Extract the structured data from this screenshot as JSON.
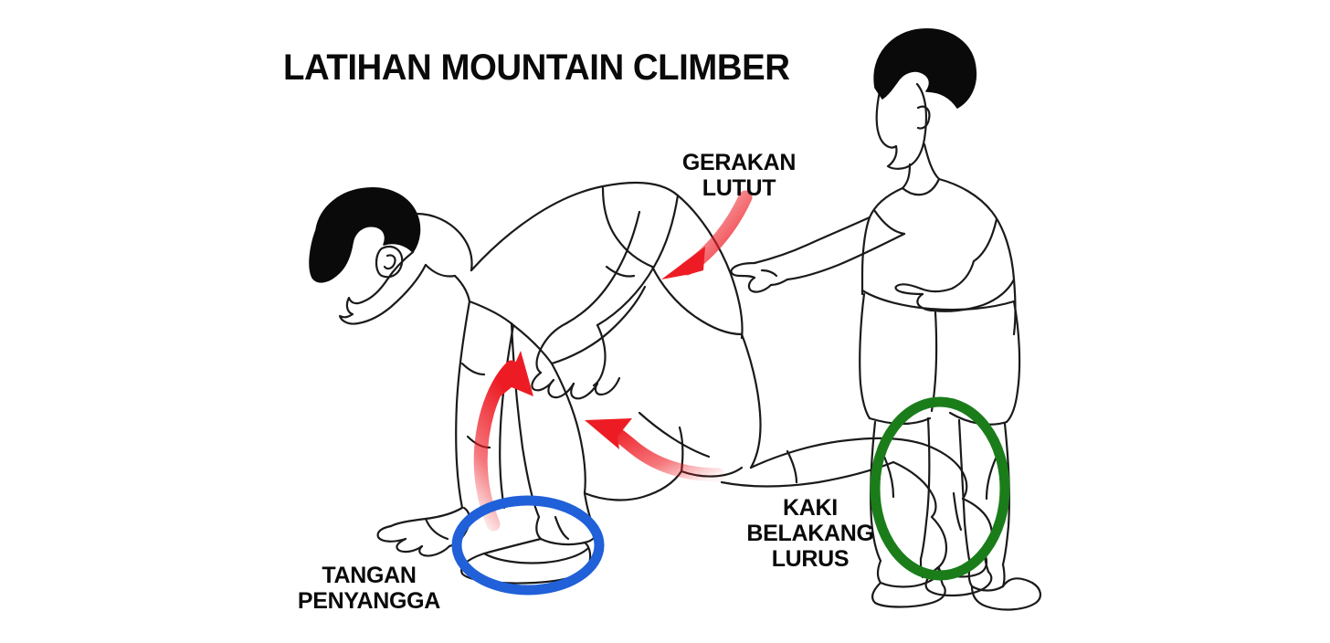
{
  "figure": {
    "kind": "instructional-line-drawing",
    "title": "LATIHAN MOUNTAIN CLIMBER",
    "background_color": "#ffffff",
    "line_color": "#1a1a1a",
    "hair_color": "#000000"
  },
  "labels": [
    {
      "id": "gerakan-lutut",
      "line1": "GERAKAN",
      "line2": "LUTUT",
      "text": "GERAKAN\nLUTUT"
    },
    {
      "id": "tangan-penyangga",
      "line1": "TANGAN",
      "line2": "PENYANGGA",
      "text": "TANGAN\nPENYANGGA"
    },
    {
      "id": "kaki-belakang-lurus",
      "line1": "KAKI",
      "line2": "BELAKANG",
      "line3": "LURUS",
      "text": "KAKI\nBELAKANG\nLURUS"
    }
  ],
  "annotations": {
    "arrows": [
      {
        "id": "arrow-knee",
        "points_to": "knee-of-exerciser",
        "color": "#ed1c24",
        "direction": "down-left"
      },
      {
        "id": "arrow-front-foot",
        "points_to": "front-foot",
        "color": "#ed1c24",
        "direction": "up"
      },
      {
        "id": "arrow-hip",
        "points_to": "hip-and-bent-knee",
        "color": "#ed1c24",
        "direction": "up-left"
      }
    ],
    "circles": [
      {
        "id": "blue-ellipse-front-foot",
        "color": "#2060d8",
        "highlights": "front supporting foot"
      },
      {
        "id": "green-ellipse-rear-foot",
        "color": "#1a7d1a",
        "highlights": "straight rear leg and foot"
      }
    ]
  },
  "colors": {
    "red_arrow": "#ed1c24",
    "blue_circle": "#2060d8",
    "green_circle": "#1a7d1a",
    "ink": "#1a1a1a",
    "background": "#ffffff"
  }
}
